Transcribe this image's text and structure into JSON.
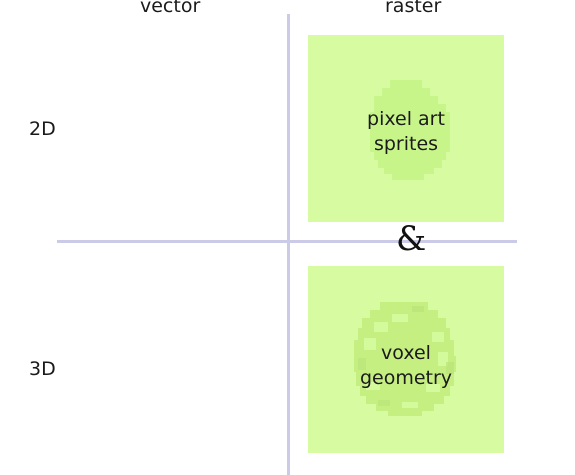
{
  "columns": {
    "vector": "vector",
    "raster": "raster"
  },
  "rows": {
    "twod": "2D",
    "threed": "3D"
  },
  "cells": {
    "raster_2d": {
      "line1": "pixel art",
      "line2": "sprites"
    },
    "raster_3d": {
      "line1": "voxel",
      "line2": "geometry"
    }
  },
  "connector": "&",
  "colors": {
    "axis": "#cbcbe8",
    "cell_fill": "#d6fba0",
    "sprite_fill": "#c8f58a",
    "voxel_fill": "#c6ef82"
  },
  "icons": {
    "raster_2d": "pixel-circle-icon",
    "raster_3d": "voxel-sphere-icon"
  }
}
